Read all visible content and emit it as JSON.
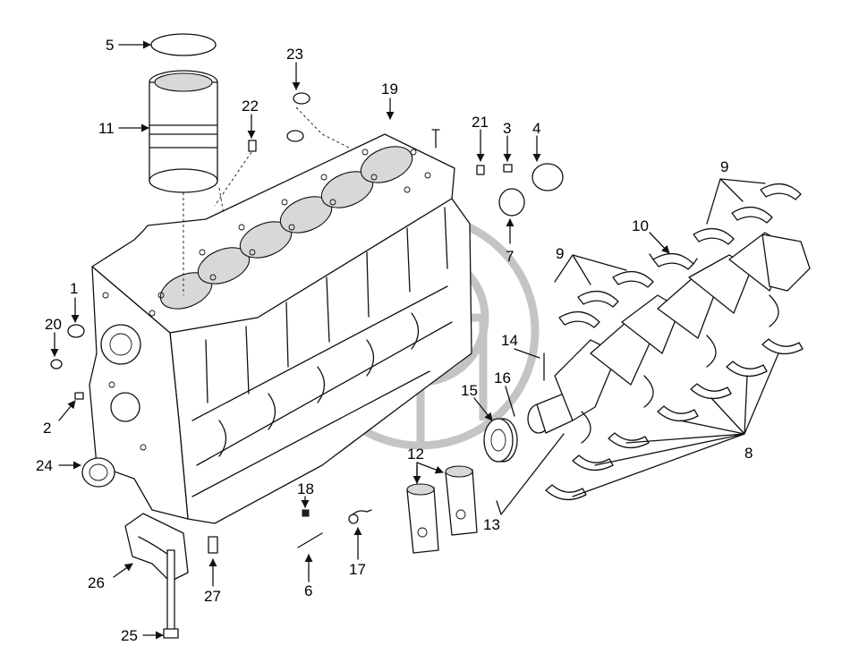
{
  "callouts": [
    {
      "id": "callout-1",
      "label": "1"
    },
    {
      "id": "callout-2",
      "label": "2"
    },
    {
      "id": "callout-3",
      "label": "3"
    },
    {
      "id": "callout-4",
      "label": "4"
    },
    {
      "id": "callout-5",
      "label": "5"
    },
    {
      "id": "callout-6",
      "label": "6"
    },
    {
      "id": "callout-7",
      "label": "7"
    },
    {
      "id": "callout-8",
      "label": "8"
    },
    {
      "id": "callout-9a",
      "label": "9"
    },
    {
      "id": "callout-9b",
      "label": "9"
    },
    {
      "id": "callout-10",
      "label": "10"
    },
    {
      "id": "callout-11",
      "label": "11"
    },
    {
      "id": "callout-12",
      "label": "12"
    },
    {
      "id": "callout-13",
      "label": "13"
    },
    {
      "id": "callout-14",
      "label": "14"
    },
    {
      "id": "callout-15",
      "label": "15"
    },
    {
      "id": "callout-16",
      "label": "16"
    },
    {
      "id": "callout-17",
      "label": "17"
    },
    {
      "id": "callout-18",
      "label": "18"
    },
    {
      "id": "callout-19",
      "label": "19"
    },
    {
      "id": "callout-20",
      "label": "20"
    },
    {
      "id": "callout-21",
      "label": "21"
    },
    {
      "id": "callout-22",
      "label": "22"
    },
    {
      "id": "callout-23",
      "label": "23"
    },
    {
      "id": "callout-24",
      "label": "24"
    },
    {
      "id": "callout-25",
      "label": "25"
    },
    {
      "id": "callout-26",
      "label": "26"
    },
    {
      "id": "callout-27",
      "label": "27"
    }
  ]
}
